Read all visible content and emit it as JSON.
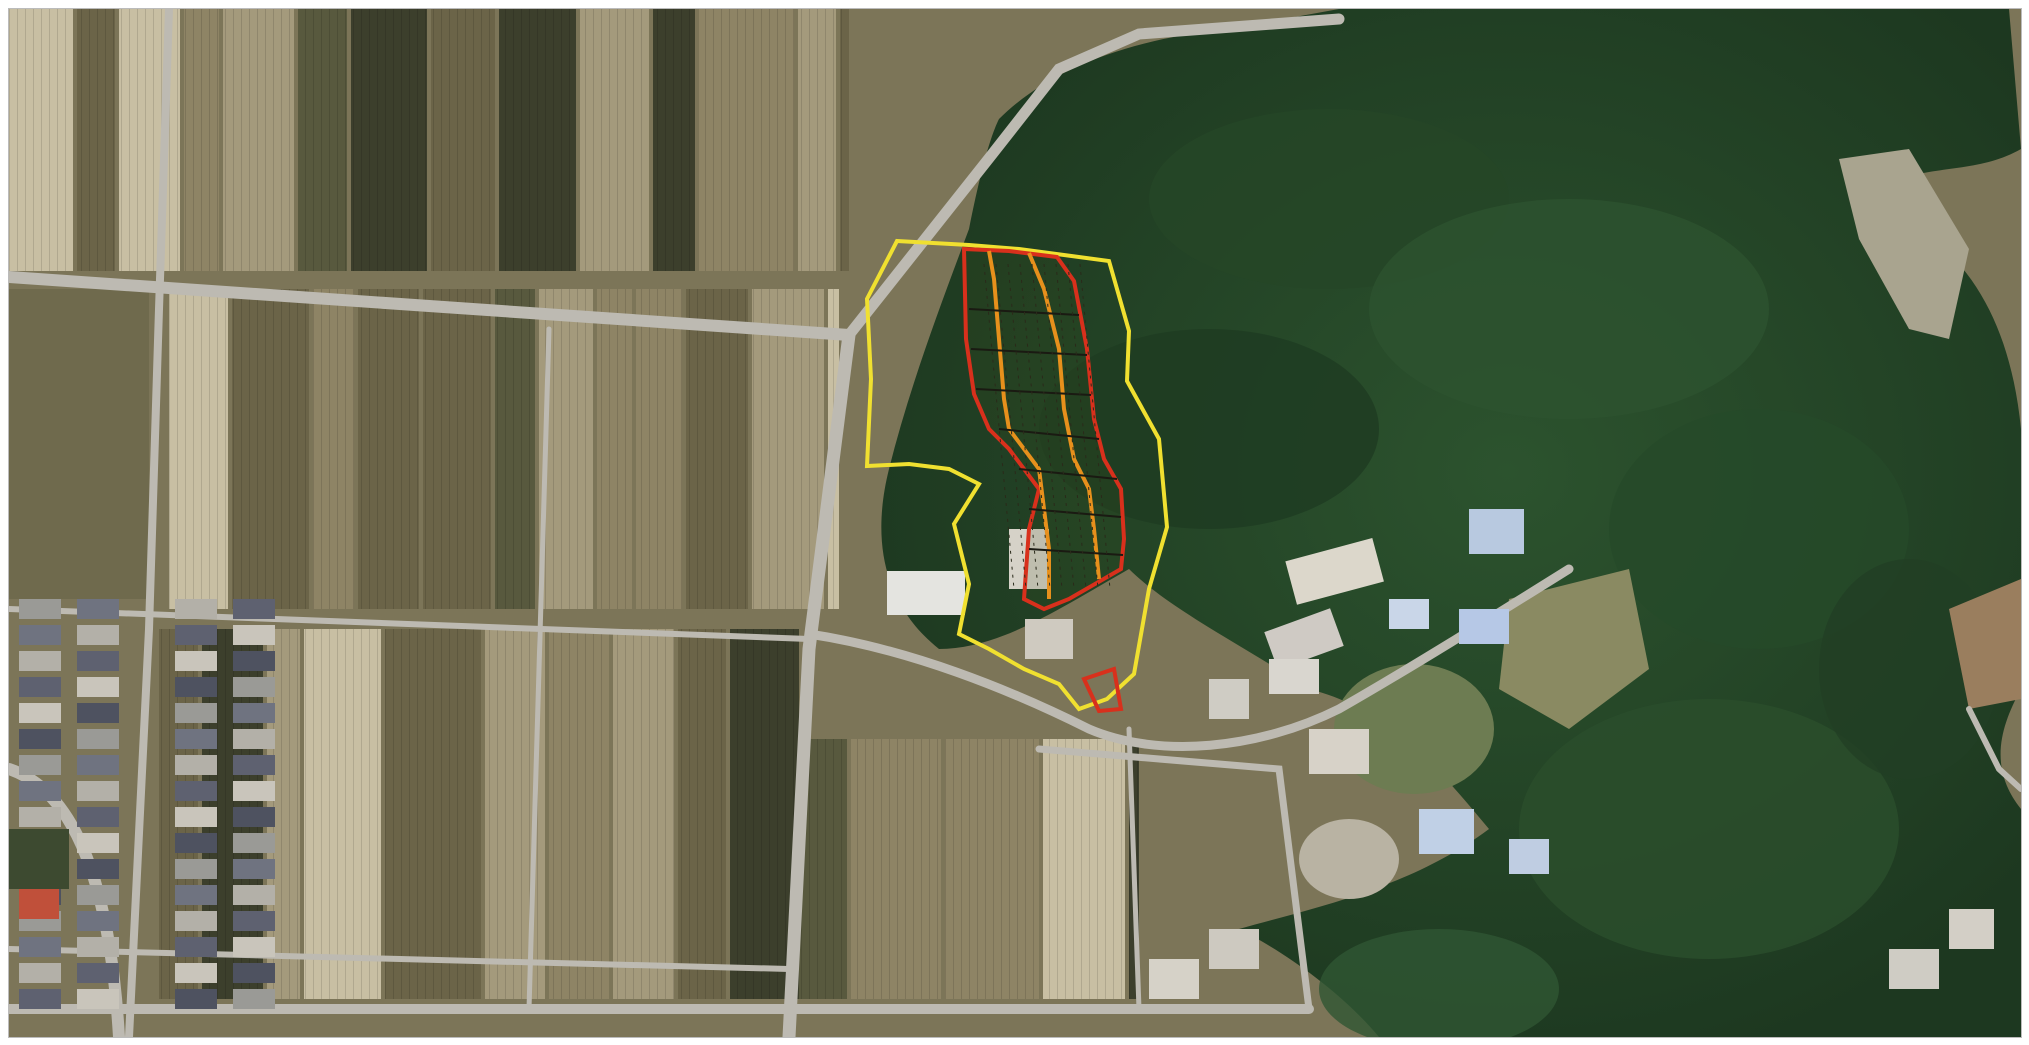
{
  "map": {
    "type": "aerial-photograph",
    "colors": {
      "farmland_dark": "#3c3f2c",
      "farmland_mid": "#6b6448",
      "farmland_light": "#a49a7c",
      "farmland_pale": "#c8bfa3",
      "forest_dark": "#1f3a21",
      "forest_mid": "#2f5531",
      "road": "#b9b6ae",
      "residential": "#8c8a82",
      "outline_outer": "#f0e030",
      "outline_inner_red": "#d8301c",
      "outline_inner_orange": "#e7901c",
      "grid_lines": "#1a1a12"
    },
    "features": [
      "farm-fields",
      "paved-roads",
      "residential-area",
      "forested-hill",
      "survey-outline-yellow",
      "survey-outline-red",
      "survey-outline-orange",
      "survey-grid"
    ]
  }
}
